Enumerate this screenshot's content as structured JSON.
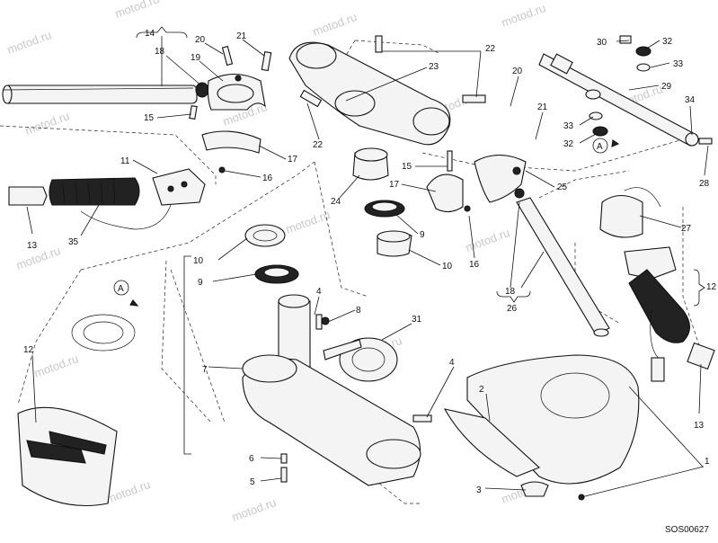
{
  "watermark": "motod.ru",
  "drawing_code": "SOS00627",
  "markers": {
    "a": "A"
  },
  "callouts": {
    "c1": "1",
    "c2": "2",
    "c3": "3",
    "c4_upper": "4",
    "c4_lower": "4",
    "c5": "5",
    "c6": "6",
    "c7": "7",
    "c8": "8",
    "c9_left": "9",
    "c9_right": "9",
    "c10_left": "10",
    "c10_right": "10",
    "c11": "11",
    "c12_left": "12",
    "c12_right": "12",
    "c13_left": "13",
    "c13_right": "13",
    "c14": "14",
    "c15_left": "15",
    "c15_right": "15",
    "c16_left": "16",
    "c16_right": "16",
    "c17_left": "17",
    "c17_right": "17",
    "c18_left": "18",
    "c18_right": "18",
    "c19": "19",
    "c20_left": "20",
    "c20_right": "20",
    "c21_left": "21",
    "c21_right": "21",
    "c22_top": "22",
    "c22_left": "22",
    "c23": "23",
    "c24": "24",
    "c25": "25",
    "c26": "26",
    "c27": "27",
    "c28": "28",
    "c29": "29",
    "c30": "30",
    "c31": "31",
    "c32_top": "32",
    "c32_bottom": "32",
    "c33_top": "33",
    "c33_bottom": "33",
    "c34": "34",
    "c35": "35"
  }
}
